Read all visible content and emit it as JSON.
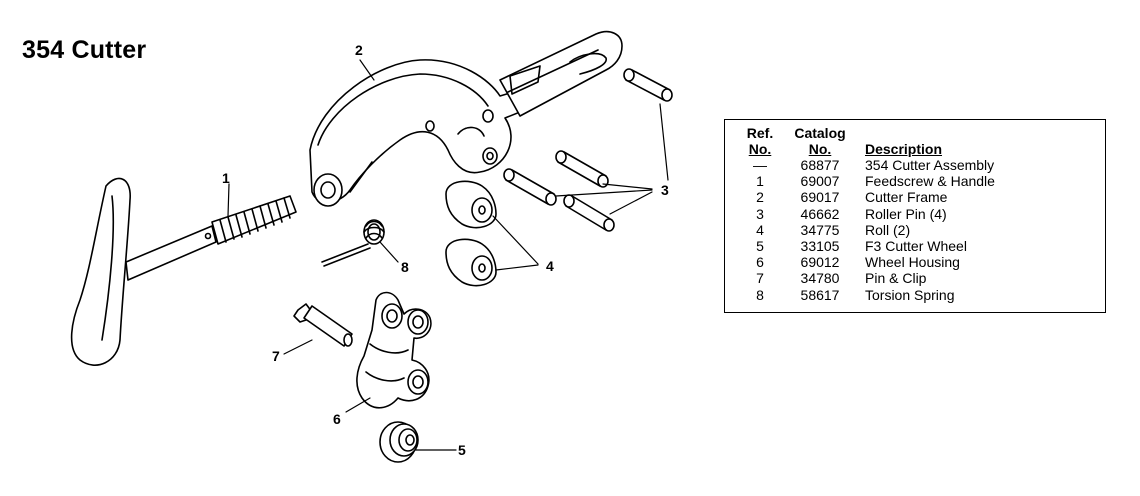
{
  "title": "354 Cutter",
  "callouts": {
    "c1": "1",
    "c2": "2",
    "c3": "3",
    "c4": "4",
    "c5": "5",
    "c6": "6",
    "c7": "7",
    "c8": "8"
  },
  "table": {
    "headers": {
      "ref_line1": "Ref.",
      "ref_line2": "No.",
      "catalog_line1": "Catalog",
      "catalog_line2": "No.",
      "description": "Description"
    },
    "rows": [
      {
        "ref": "—",
        "catalog": "68877",
        "description": "354 Cutter Assembly"
      },
      {
        "ref": "1",
        "catalog": "69007",
        "description": "Feedscrew & Handle"
      },
      {
        "ref": "2",
        "catalog": "69017",
        "description": "Cutter Frame"
      },
      {
        "ref": "3",
        "catalog": "46662",
        "description": "Roller Pin (4)"
      },
      {
        "ref": "4",
        "catalog": "34775",
        "description": "Roll (2)"
      },
      {
        "ref": "5",
        "catalog": "33105",
        "description": "F3 Cutter Wheel"
      },
      {
        "ref": "6",
        "catalog": "69012",
        "description": "Wheel Housing"
      },
      {
        "ref": "7",
        "catalog": "34780",
        "description": "Pin & Clip"
      },
      {
        "ref": "8",
        "catalog": "58617",
        "description": "Torsion Spring"
      }
    ]
  }
}
